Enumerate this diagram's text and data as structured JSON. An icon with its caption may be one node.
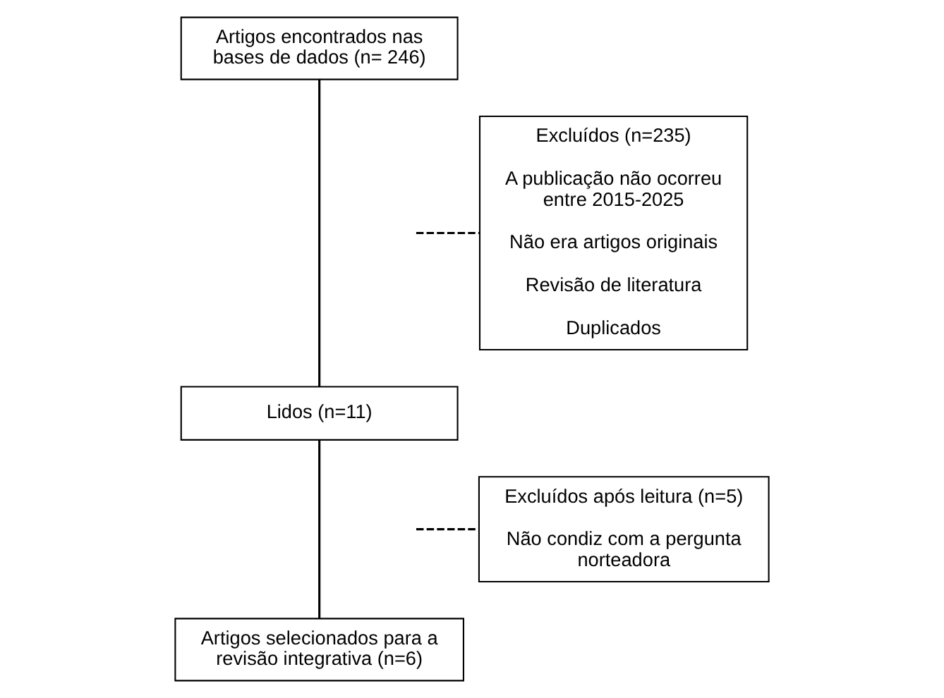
{
  "diagram": {
    "nodes": [
      {
        "text": [
          "Artigos encontrados nas bases de dados (n= 246)"
        ]
      },
      {
        "text": [
          "Excluídos (n=235)",
          "A publicação não ocorreu entre 2015-2025",
          "Não era artigos originais",
          "Revisão de literatura",
          "Duplicados"
        ]
      },
      {
        "text": [
          "Lidos (n=11)"
        ]
      },
      {
        "text": [
          "Excluídos após leitura (n=5)",
          "Não condiz com a pergunta norteadora"
        ]
      },
      {
        "text": [
          "Artigos selecionados para a revisão integrativa (n=6)"
        ]
      }
    ],
    "edges": [
      {
        "from": 0,
        "to": 2,
        "arrow": "none"
      },
      {
        "from": null,
        "to": 1,
        "arrow": "none",
        "style": "dashed"
      },
      {
        "from": 2,
        "to": 4,
        "arrow": "none"
      },
      {
        "from": null,
        "to": 3,
        "arrow": "none",
        "style": "dashed"
      }
    ]
  }
}
